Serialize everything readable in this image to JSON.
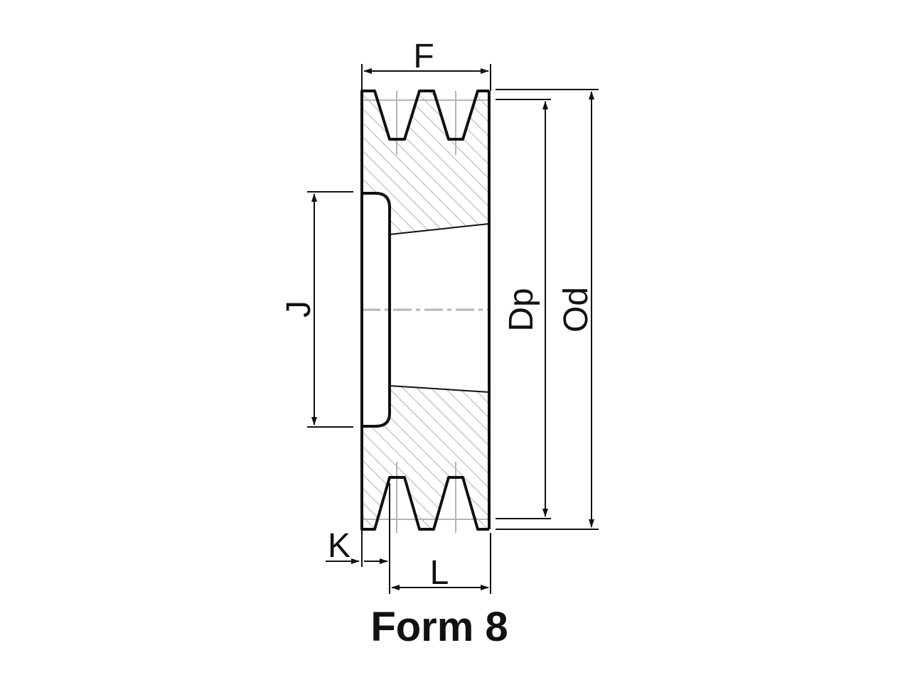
{
  "diagram": {
    "labels": {
      "F": "F",
      "J": "J",
      "Dp": "Dp",
      "Od": "Od",
      "K": "K",
      "L": "L"
    },
    "caption": "Form 8",
    "colors": {
      "outline": "#111111",
      "hatch": "#b0b0b0",
      "centerline": "#b5b5b5"
    }
  }
}
